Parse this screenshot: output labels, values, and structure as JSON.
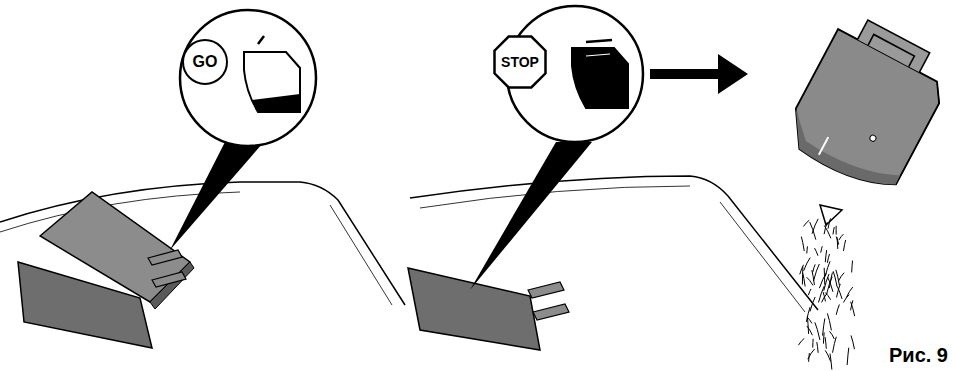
{
  "diagram": {
    "nodes": [
      {
        "text": [
          "GO"
        ]
      },
      {
        "text": [
          "STOP"
        ]
      }
    ],
    "labels": [
      "Рис. 9"
    ]
  }
}
